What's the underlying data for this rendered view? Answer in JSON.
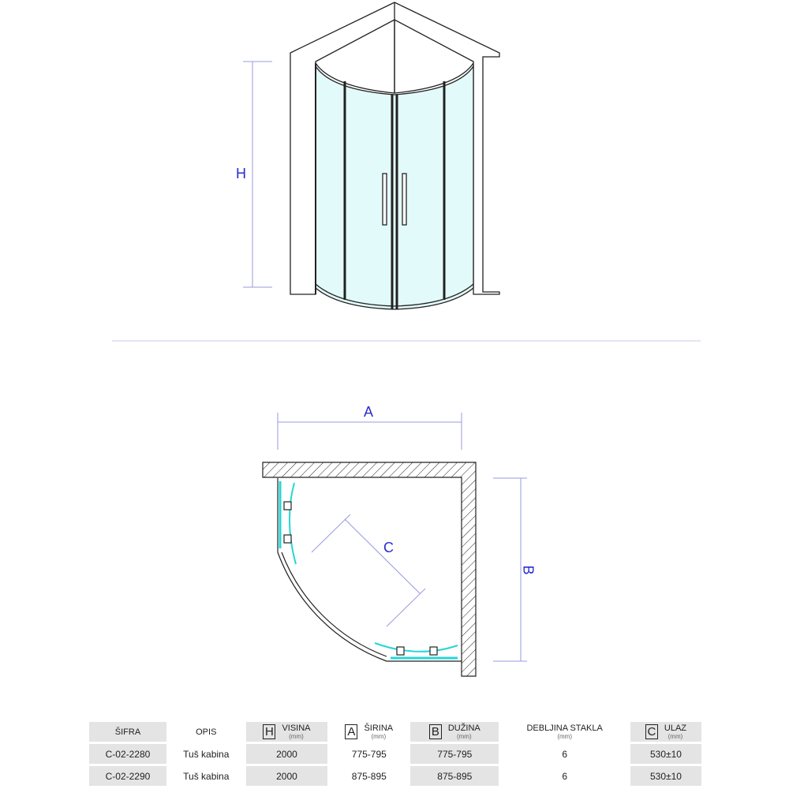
{
  "drawing": {
    "dim_h": "H",
    "dim_a": "A",
    "dim_b": "B",
    "dim_c": "C"
  },
  "table": {
    "headers": [
      {
        "label": "ŠIFRA"
      },
      {
        "label": "OPIS"
      },
      {
        "icon": "H",
        "label": "VISINA",
        "unit": "(mm)"
      },
      {
        "icon": "A",
        "label": "ŠIRINA",
        "unit": "(mm)"
      },
      {
        "icon": "B",
        "label": "DUŽINA",
        "unit": "(mm)"
      },
      {
        "label": "DEBLJINA STAKLA",
        "unit": "(mm)"
      },
      {
        "icon": "C",
        "label": "ULAZ",
        "unit": "(mm)"
      }
    ],
    "rows": [
      [
        "C-02-2280",
        "Tuš kabina",
        "2000",
        "775-795",
        "775-795",
        "6",
        "530±10"
      ],
      [
        "C-02-2290",
        "Tuš kabina",
        "2000",
        "875-895",
        "875-895",
        "6",
        "530±10"
      ]
    ]
  },
  "colors": {
    "glass": "#e3fafa",
    "dim": "#9a9ae0",
    "label": "#2b2bd0",
    "glass_plan": "#26d6d6"
  }
}
